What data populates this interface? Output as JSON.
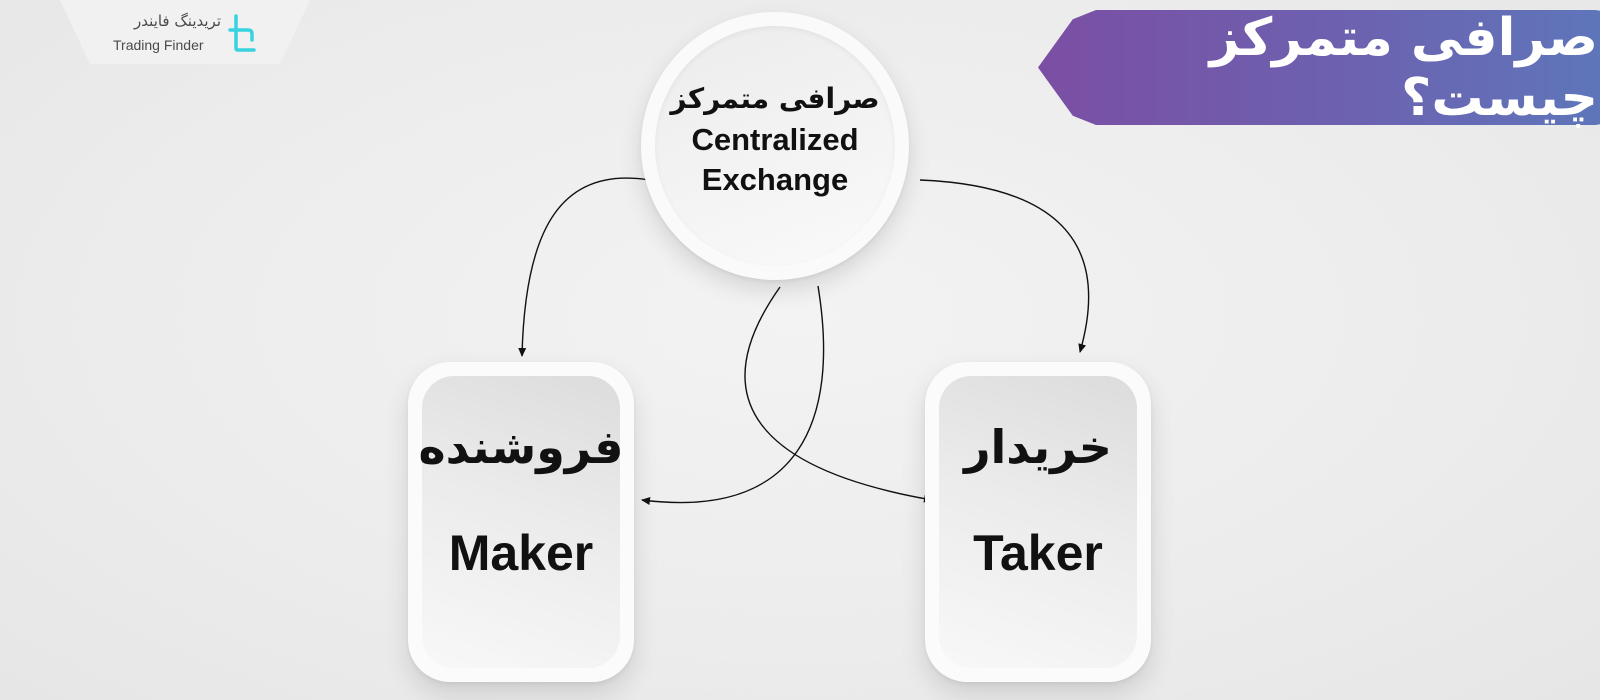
{
  "logo": {
    "persian": "تریدینگ فایندر",
    "english": "Trading Finder",
    "icon": "trading-finder-logo-icon",
    "accent": "#39d3e0"
  },
  "title": {
    "text": "صرافی متمرکز چیست؟",
    "gradient_start": "#7b4ea3",
    "gradient_end": "#5d77bb"
  },
  "center": {
    "persian": "صرافی متمرکز",
    "english_line1": "Centralized",
    "english_line2": "Exchange"
  },
  "seller": {
    "persian": "فروشنده",
    "english": "Maker"
  },
  "buyer": {
    "persian": "خریدار",
    "english": "Taker"
  }
}
